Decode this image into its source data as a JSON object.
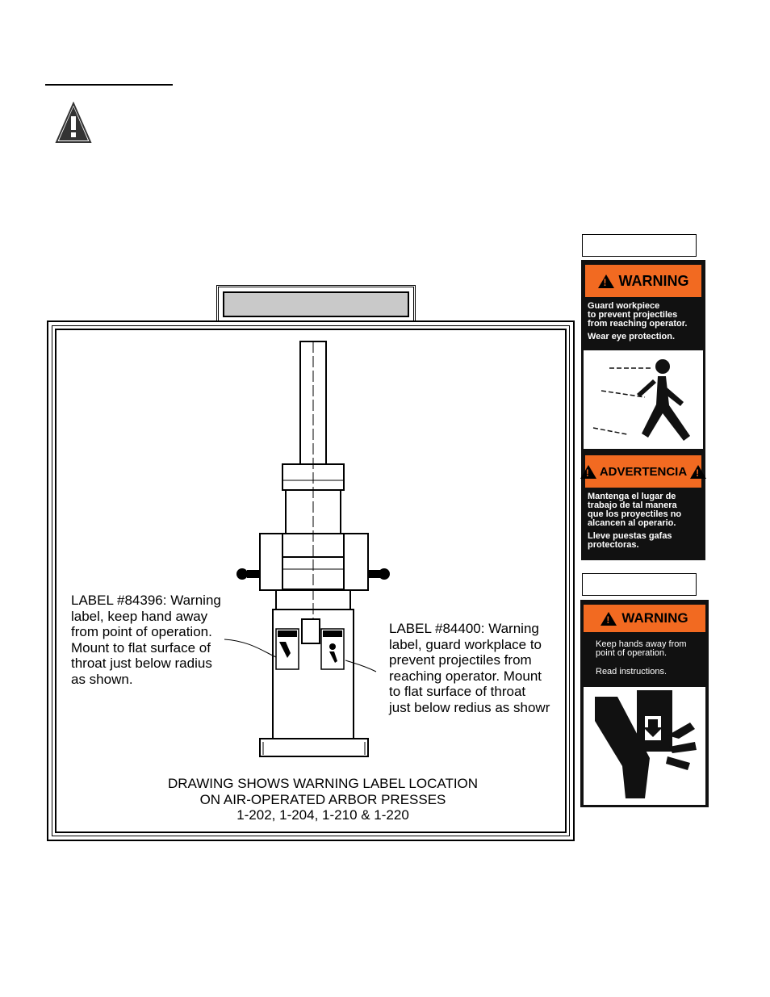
{
  "figure": {
    "callout_left": "LABEL #84396: Warning\nlabel, keep hand away\nfrom point of operation.\nMount to flat surface of\nthroat just below radius\nas shown.",
    "callout_right": "LABEL #84400: Warning\nlabel, guard workplace to\nprevent projectiles from\nreaching operator.  Mount\nto flat surface of throat\njust below redius as showr",
    "caption": "DRAWING SHOWS WARNING LABEL LOCATION\nON AIR-OPERATED ARBOR PRESSES\n1-202, 1-204, 1-210 & 1-220"
  },
  "label_84400": {
    "warning_head": "WARNING",
    "warning_text": "Guard workpiece\nto prevent projectiles\nfrom reaching operator.",
    "warning_text2": "Wear eye protection.",
    "spanish_head": "ADVERTENCIA",
    "spanish_text": "Mantenga el lugar de\ntrabajo de tal manera\nque los proyectiles no\nalcancen al operario.",
    "spanish_text2": "Lleve puestas gafas\nprotectoras.",
    "accent_color": "#f26a21"
  },
  "label_84396": {
    "warning_head": "WARNING",
    "warning_text": "Keep hands away from\npoint of operation.",
    "warning_text2": "Read instructions."
  }
}
